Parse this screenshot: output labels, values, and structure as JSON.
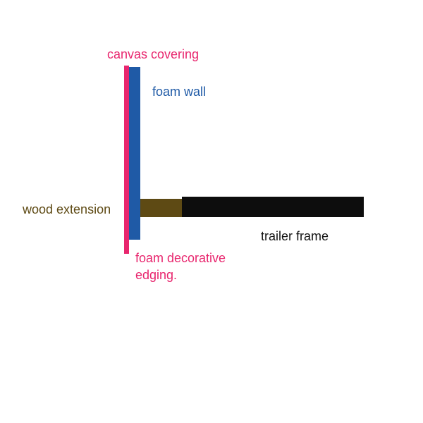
{
  "labels": {
    "canvas_covering": "canvas covering",
    "foam_wall": "foam wall",
    "wood_extension": "wood extension",
    "trailer_frame": "trailer frame",
    "foam_decorative_edging": "foam decorative edging."
  },
  "colors": {
    "canvas_covering": "#e8266e",
    "foam_wall": "#1f5aa6",
    "wood_extension": "#5e4a14",
    "trailer_frame": "#0d0d0d",
    "text_dark": "#111111"
  }
}
